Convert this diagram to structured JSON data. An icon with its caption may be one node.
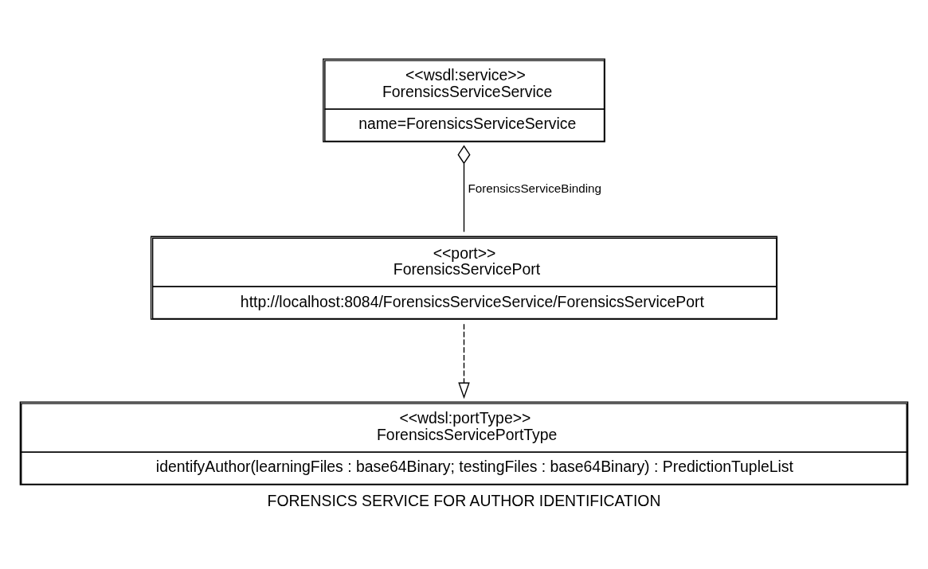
{
  "diagram": {
    "caption": "FORENSICS SERVICE FOR AUTHOR IDENTIFICATION",
    "nodes": [
      {
        "text": [
          "<<wsdl:service>>",
          "ForensicsServiceService",
          "name=ForensicsServiceService"
        ]
      },
      {
        "text": [
          "<<port>>",
          "ForensicsServicePort",
          "http://localhost:8084/ForensicsServiceService/ForensicsServicePort"
        ]
      },
      {
        "text": [
          "<<wdsl:portType>>",
          "ForensicsServicePortType",
          "identifyAuthor(learningFiles : base64Binary; testingFiles : base64Binary) : PredictionTupleList"
        ]
      }
    ],
    "edges": [
      {
        "from": 0,
        "to": 1,
        "arrow": "other",
        "label": "ForensicsServiceBinding"
      },
      {
        "from": 1,
        "to": 2,
        "arrow": "to",
        "style": "dashed"
      }
    ]
  }
}
